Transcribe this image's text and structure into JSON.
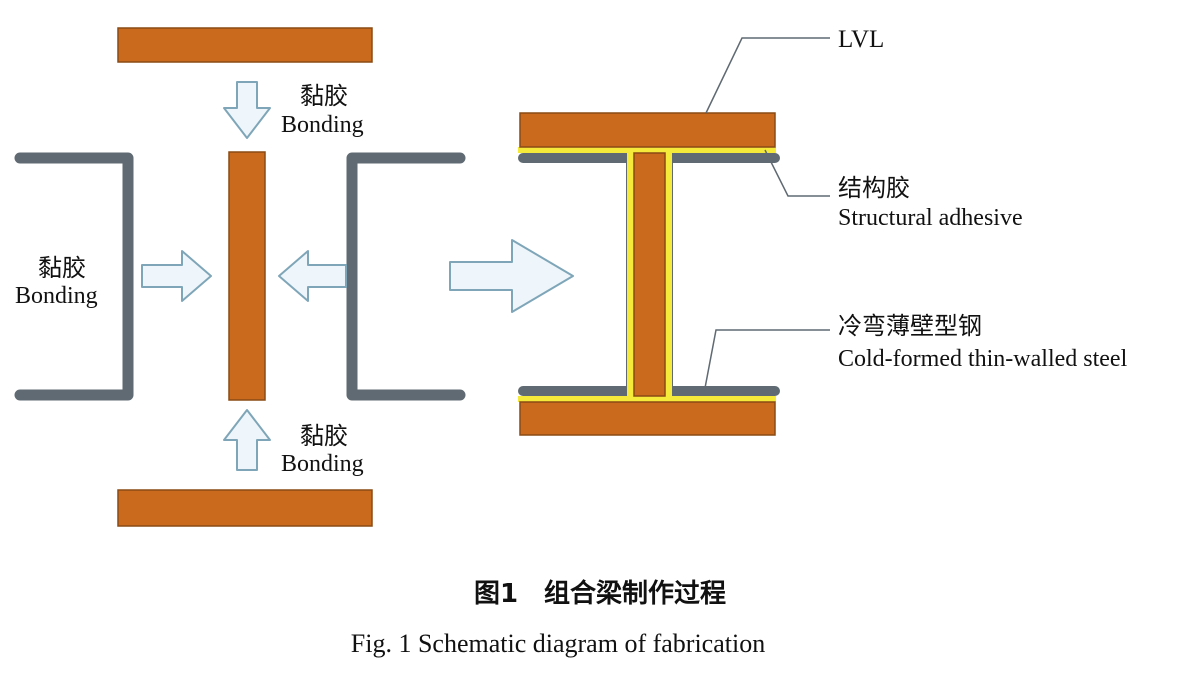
{
  "colors": {
    "lvl": "#c96a1c",
    "lvl_stroke": "#8a4a14",
    "steel": "#5f6a72",
    "adhesive": "#f5ea3a",
    "arrow_fill": "#eef6fb",
    "arrow_stroke": "#7fa6b8"
  },
  "bonding": {
    "top": {
      "cn": "黏胶",
      "en": "Bonding"
    },
    "left": {
      "cn": "黏胶",
      "en": "Bonding"
    },
    "bottom": {
      "cn": "黏胶",
      "en": "Bonding"
    }
  },
  "labels": {
    "lvl": "LVL",
    "adhesive_cn": "结构胶",
    "adhesive_en": "Structural adhesive",
    "steel_cn": "冷弯薄壁型钢",
    "steel_en": "Cold-formed thin-walled steel"
  },
  "caption": {
    "cn": "图1　组合梁制作过程",
    "en": "Fig. 1  Schematic diagram of fabrication"
  }
}
